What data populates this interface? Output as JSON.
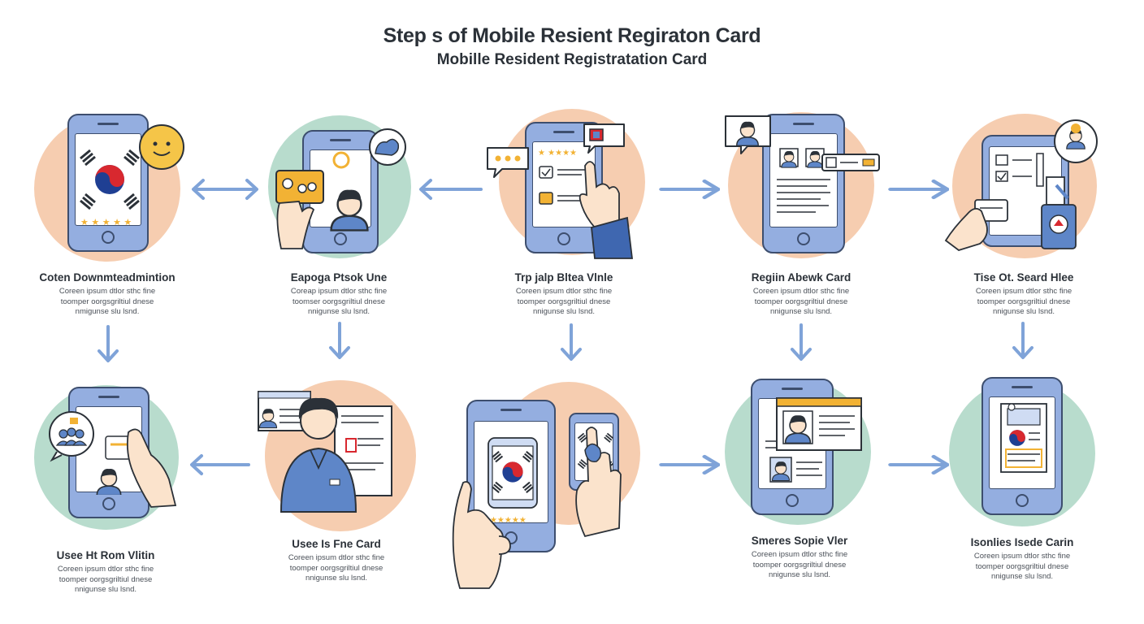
{
  "header": {
    "title": "Step s of Mobile Resient Regiraton Card",
    "subtitle": "Mobille Resident Registratation Card"
  },
  "colors": {
    "peach": "#f6cdb0",
    "mint": "#b8dccd",
    "phone_blue": "#94aee0",
    "outline": "#3d4e6e",
    "arrow": "#7fa3d8",
    "star": "#f2b234",
    "face": "#f5c548"
  },
  "steps": [
    {
      "title": "Coten Downmteadmintion",
      "desc": [
        "Coreen ipsum dtlor sthc fine",
        "toomper oorgsgriltiul dnese",
        "nmigunse slu lsnd."
      ]
    },
    {
      "title": "Eapoga Ptsok Une",
      "desc": [
        "Coreap ipsum dtlor sthc fine",
        "toomser oorgsgriltiul dnese",
        "nnigunse slu lsnd."
      ]
    },
    {
      "title": "Trp jalp Bltea Vlnle",
      "desc": [
        "Coreen ipsum dtlor sthc fine",
        "toomper oorgsgriltiul dnese",
        "nnigunse slu lsnd."
      ]
    },
    {
      "title": "Regiin Abewk Card",
      "desc": [
        "Coreen ipsum dtlor sthc fine",
        "toomper oorgsgriltiul dnese",
        "nnigunse slu lsnd."
      ]
    },
    {
      "title": "Tise Ot. Seard Hlee",
      "desc": [
        "Coreen ipsum dtlor sthc fine",
        "toomper oorgsgriltiul dnese",
        "nnigunse slu lsnd."
      ]
    },
    {
      "title": "Usee Ht Rom Vlitin",
      "desc": [
        "Coreen ipsum dtlor sthc fine",
        "toomper oorgsgriltiul dnese",
        "nnigunse slu lsnd."
      ]
    },
    {
      "title": "Usee Is Fne Card",
      "desc": [
        "Coreen ipsum dtlor sthc fine",
        "toomper oorgsgriltiul dnese",
        "nnigunse slu lsnd."
      ]
    },
    {
      "title": "Smeres Sopie Vler",
      "desc": [
        "Coreen ipsum dtlor sthc fine",
        "toomper oorgsgriltiul dnese",
        "nnigunse slu lsnd."
      ]
    },
    {
      "title": "Isonlies Isede Carin",
      "desc": [
        "Coreen ipsum dtlor sthc fine",
        "toomper oorgsgriltiul dnese",
        "nnigunse slu lsnd."
      ]
    }
  ]
}
